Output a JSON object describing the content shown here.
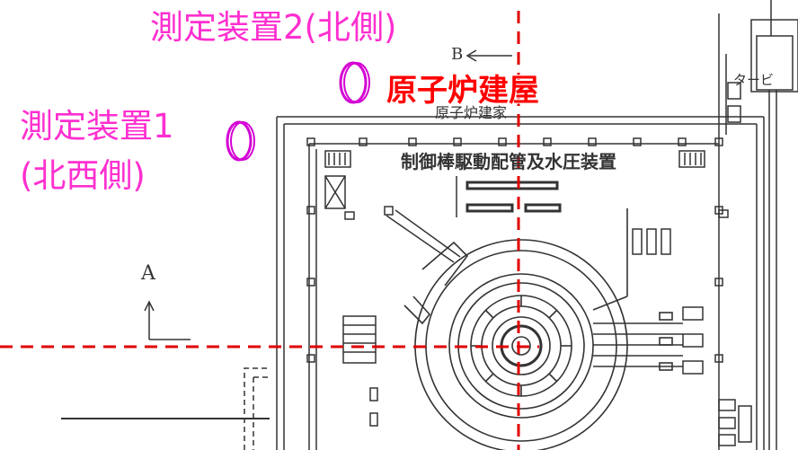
{
  "labels": {
    "device2": "測定装置2(北側)",
    "device1_line1": "測定装置1",
    "device1_line2": "(北西側)",
    "reactor_building_highlight": "原子炉建屋",
    "reactor_building_drawing": "原子炉建家",
    "crd_equipment": "制御棒駆動配管及水圧装置",
    "turbine_partial": "タービ",
    "arrow_b": "B",
    "arrow_a": "A"
  },
  "colors": {
    "device_label": "#ff2fd0",
    "device_marker": "#d400d4",
    "highlight_title": "#ff0000",
    "axis_lines": "#e00000",
    "drawing_lines": "#333333"
  }
}
